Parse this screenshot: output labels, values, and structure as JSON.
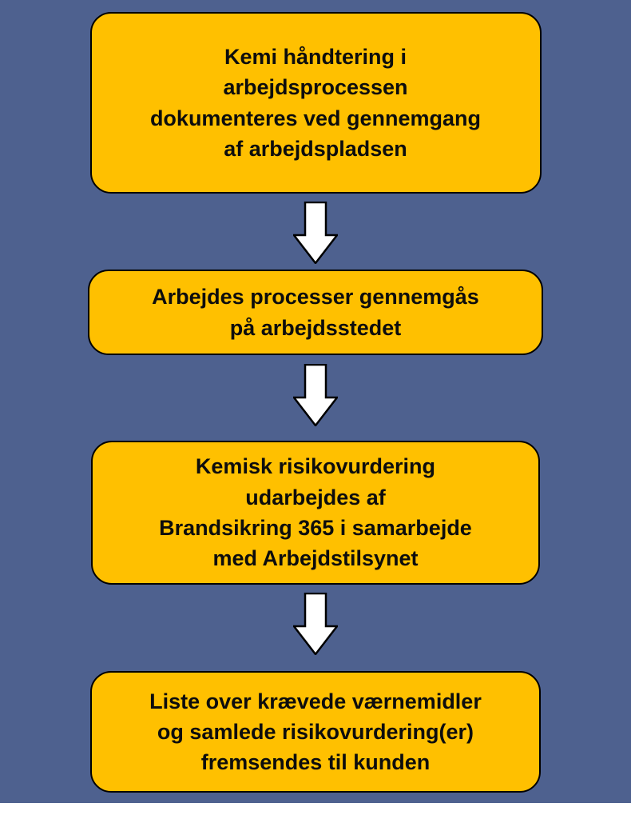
{
  "colors": {
    "background": "#4E618F",
    "box_fill": "#FFC000",
    "box_border": "#000000",
    "arrow_fill": "#FFFFFF",
    "arrow_border": "#000000",
    "text": "#0D0D0D",
    "footer_strip": "#FFFFFF"
  },
  "flowchart": {
    "steps": [
      {
        "text": "Kemi håndtering i\narbejdsprocessen\ndokumenteres ved gennemgang\naf arbejdspladsen"
      },
      {
        "text": "Arbejdes processer gennemgås\npå arbejdsstedet"
      },
      {
        "text": "Kemisk risikovurdering\nudarbejdes af\nBrandsikring 365 i samarbejde\nmed Arbejdstilsynet"
      },
      {
        "text": "Liste over krævede værnemidler\nog samlede risikovurdering(er)\nfremsendes til kunden"
      }
    ],
    "arrow_icon": "down-block-arrow"
  }
}
